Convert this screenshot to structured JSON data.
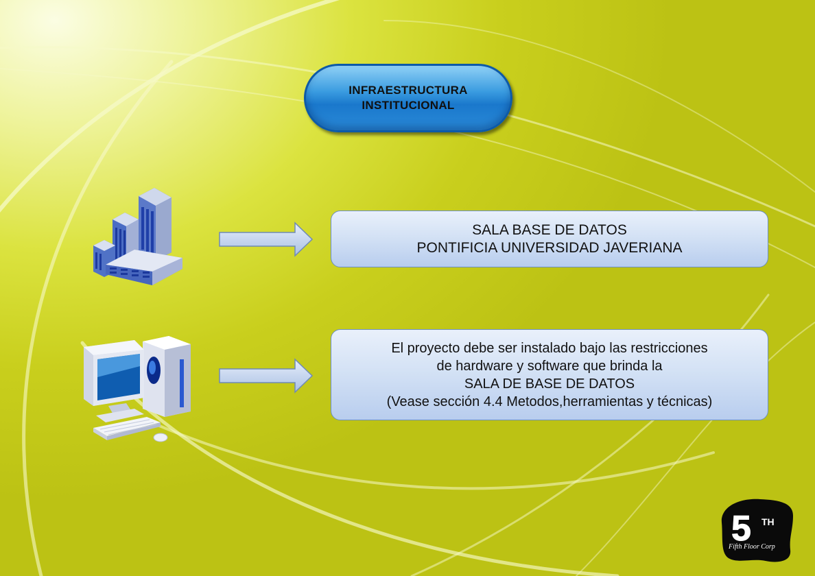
{
  "title": {
    "line1": "INFRAESTRUCTURA",
    "line2": "INSTITUCIONAL"
  },
  "box1": {
    "line1": "SALA BASE DE DATOS",
    "line2": "PONTIFICIA UNIVERSIDAD JAVERIANA"
  },
  "box2": {
    "line1": "El proyecto debe ser instalado bajo las restricciones",
    "line2": "de hardware y software que brinda la",
    "line3": "SALA DE BASE DE DATOS",
    "line4": "(Vease sección 4.4 Metodos,herramientas y técnicas)"
  },
  "logo": {
    "number": "5",
    "suffix": "TH",
    "caption": "Fifth Floor Corp"
  },
  "icons": [
    "buildings-icon",
    "computer-icon",
    "right-arrow-icon"
  ],
  "colors": {
    "background": "#d4dc2e",
    "pill": "#1a78cc",
    "box": "#d4e2f5",
    "arrow": "#bccfea"
  }
}
